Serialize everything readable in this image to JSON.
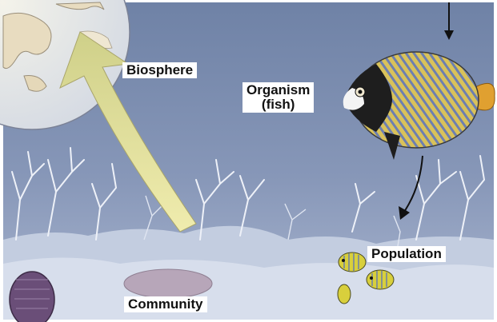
{
  "labels": {
    "biosphere": "Biosphere",
    "organism_line1": "Organism",
    "organism_line2": "(fish)",
    "population": "Population",
    "community": "Community"
  },
  "colors": {
    "water_top": "#7d8fb0",
    "water_bottom": "#9aa8c6",
    "seabed": "#c9d3e4",
    "coral": "#e8edf6",
    "big_arrow": "#e2df9a",
    "fish_body": "#d9c25a",
    "fish_stripe": "#6d7fb0",
    "small_fish": "#d8cf3c",
    "label_bg": "#ffffff",
    "label_text": "#111111"
  }
}
